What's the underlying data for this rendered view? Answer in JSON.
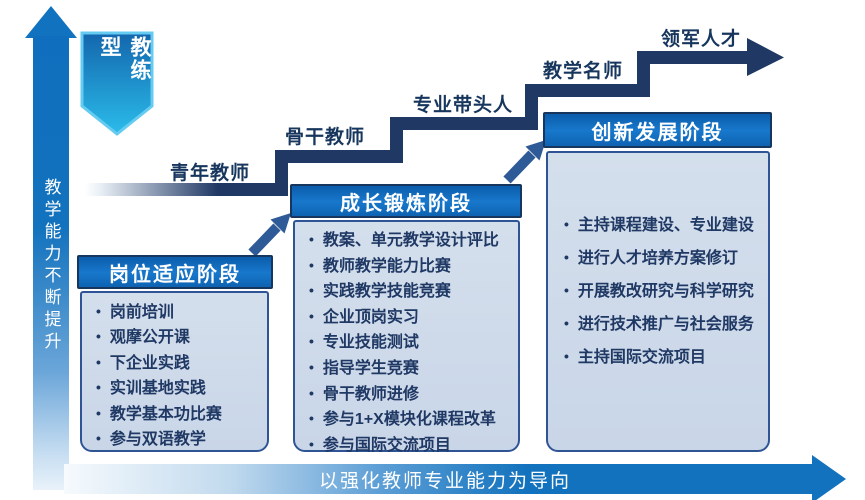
{
  "left_axis": {
    "label": "教学能力不断提升"
  },
  "bottom_axis": {
    "label": "以强化教师专业能力为导向"
  },
  "badge": {
    "label": "教练型"
  },
  "stairs": {
    "stages": [
      {
        "label": "青年教师"
      },
      {
        "label": "骨干教师"
      },
      {
        "label": "专业带头人"
      },
      {
        "label": "教学名师"
      },
      {
        "label": "领军人才"
      }
    ]
  },
  "boxes": [
    {
      "title": "岗位适应阶段",
      "items": [
        "岗前培训",
        "观摩公开课",
        "下企业实践",
        "实训基地实践",
        "教学基本功比赛",
        "参与双语教学"
      ]
    },
    {
      "title": "成长锻炼阶段",
      "items": [
        "教案、单元教学设计评比",
        "教师教学能力比赛",
        "实践教学技能竞赛",
        "企业顶岗实习",
        "专业技能测试",
        "指导学生竞赛",
        "骨干教师进修",
        "参与1+X模块化课程改革",
        "参与国际交流项目"
      ]
    },
    {
      "title": "创新发展阶段",
      "items": [
        "主持课程建设、专业建设",
        "进行人才培养方案修订",
        "开展教改研究与科学研究",
        "进行技术推广与社会服务",
        "主持国际交流项目"
      ]
    }
  ],
  "colors": {
    "navy": "#1F3864",
    "blue": "#1272BD",
    "header_blue": "#0F6ABB",
    "body_fill": "#CDD9E9",
    "badge_cyan_top": "#1366AD",
    "badge_cyan_bottom": "#2BBCEA",
    "diagonal_arrow": "#2E5A97"
  }
}
